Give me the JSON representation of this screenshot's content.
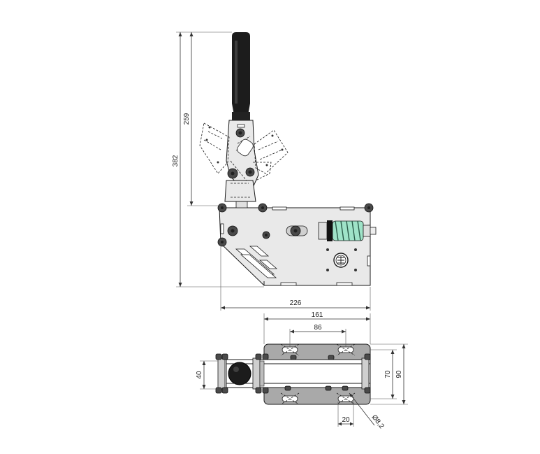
{
  "dimensions": {
    "overall_height": "382",
    "lever_height": "259",
    "base_length": "226",
    "top_width": "161",
    "hole_spacing": "86",
    "lever_width": "40",
    "inner_width": "70",
    "outer_width": "90",
    "hole_offset": "20",
    "hole_diameter": "Ø8,2"
  },
  "colors": {
    "handle": "#1c1c1c",
    "spring": "#9fe3c8",
    "plate": "#e9e9e9",
    "plate_dark": "#a9a9a9",
    "line": "#1a1a1a"
  },
  "icons": {
    "emblem": "brand-emblem-icon"
  }
}
